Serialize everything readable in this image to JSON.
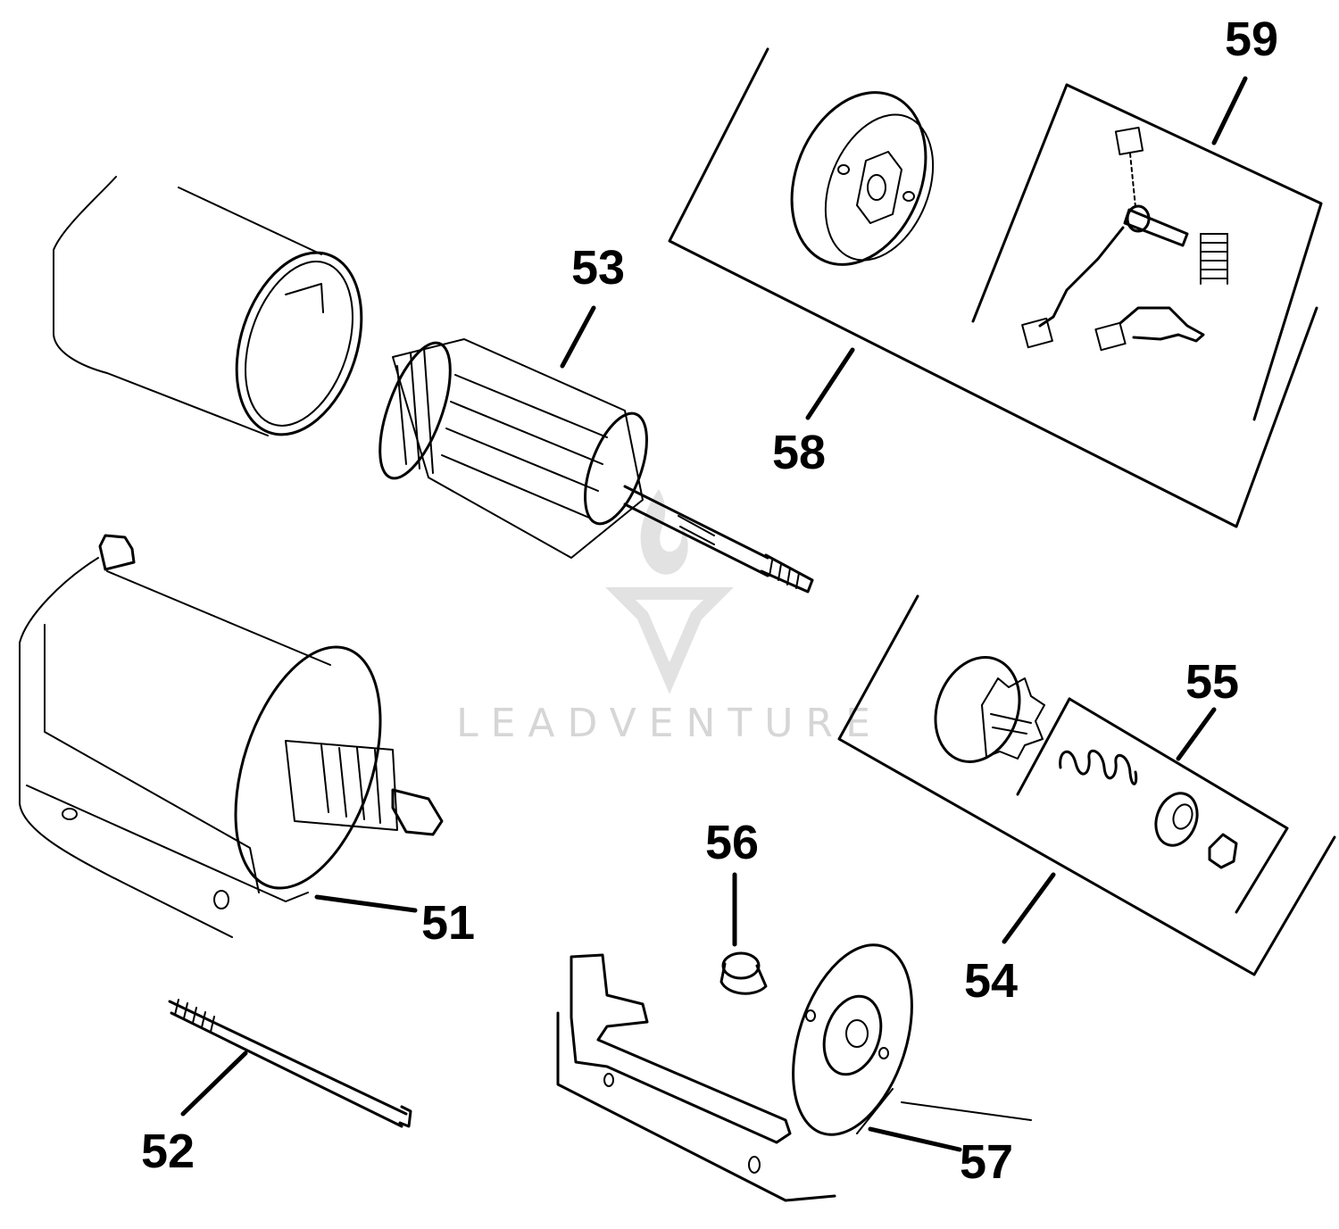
{
  "callouts": {
    "c51": "51",
    "c52": "52",
    "c53": "53",
    "c54": "54",
    "c55": "55",
    "c56": "56",
    "c57": "57",
    "c58": "58",
    "c59": "59"
  },
  "watermark": {
    "text": "LEADVENTURE"
  },
  "colors": {
    "ink": "#000000",
    "paper": "#ffffff",
    "watermark": "#d6d6d6"
  }
}
